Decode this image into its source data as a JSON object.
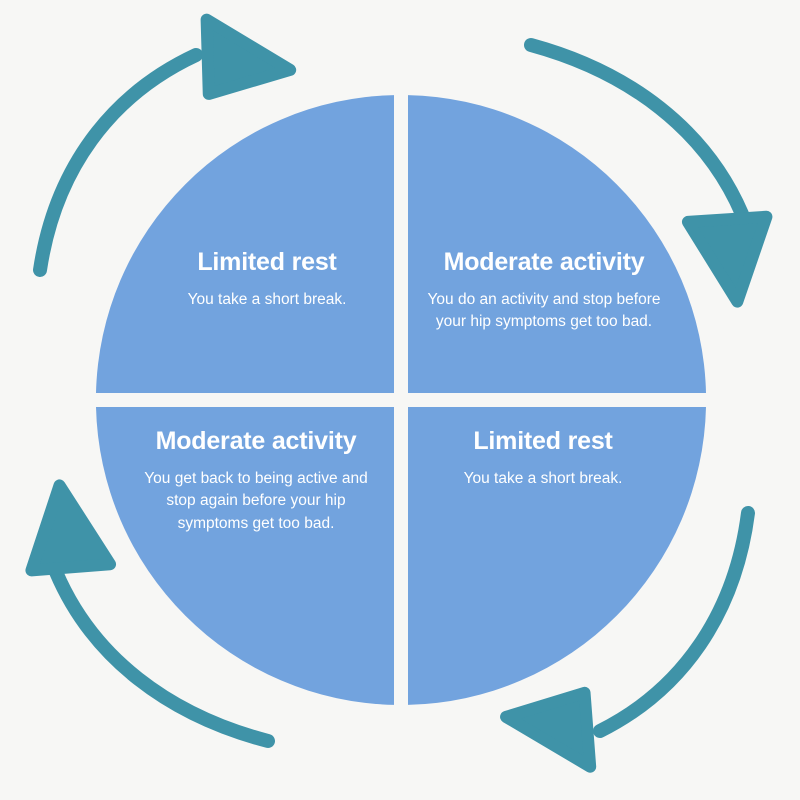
{
  "diagram": {
    "type": "cycle-diagram",
    "shape": "quartered-circle",
    "colors": {
      "background": "#f7f7f5",
      "circle_fill": "#72a3de",
      "arrow": "#3f93a8",
      "text": "#ffffff",
      "divider": "#f7f7f5"
    },
    "quadrants": [
      {
        "position": "top-left",
        "title": "Limited rest",
        "body": "You take a short break."
      },
      {
        "position": "top-right",
        "title": "Moderate activity",
        "body": "You do an activity and stop before your hip symptoms get too bad."
      },
      {
        "position": "bottom-left",
        "title": "Moderate activity",
        "body": "You get back to being active and stop again before your hip symptoms get too bad."
      },
      {
        "position": "bottom-right",
        "title": "Limited rest",
        "body": "You take a short break."
      }
    ],
    "arrows": [
      {
        "name": "arrow-top-left",
        "direction": "clockwise",
        "points_to": "top"
      },
      {
        "name": "arrow-top-right",
        "direction": "clockwise",
        "points_to": "right"
      },
      {
        "name": "arrow-bottom-right",
        "direction": "clockwise",
        "points_to": "bottom"
      },
      {
        "name": "arrow-bottom-left",
        "direction": "clockwise",
        "points_to": "left"
      }
    ]
  }
}
